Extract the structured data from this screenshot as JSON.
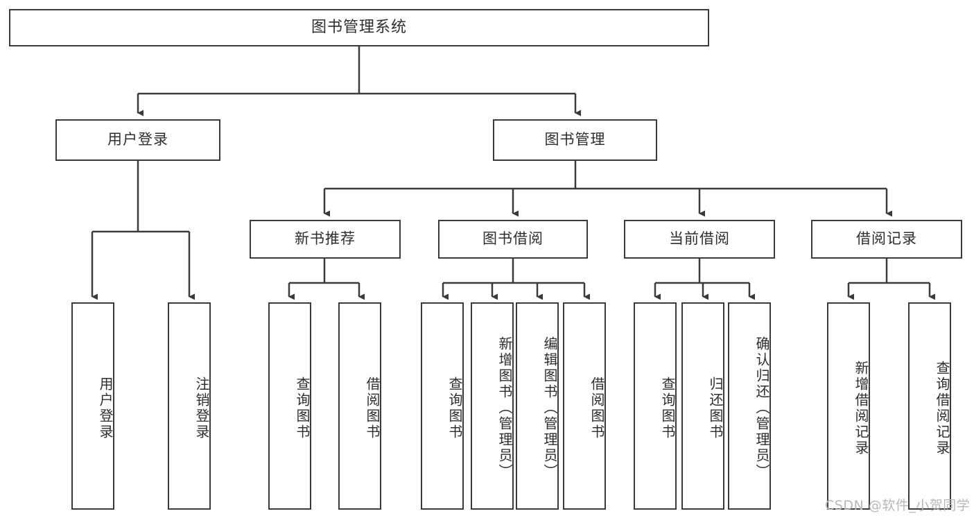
{
  "diagram": {
    "title": "图书管理系统",
    "type": "tree-hierarchy-functional-structure",
    "colors": {
      "stroke": "#3a3a3a",
      "fill": "#ffffff",
      "text": "#2d2d2d",
      "watermark": "#b7b7b7"
    },
    "root": {
      "label": "图书管理系统"
    },
    "level2": [
      {
        "label": "用户登录"
      },
      {
        "label": "图书管理"
      }
    ],
    "level3": [
      {
        "label": "新书推荐"
      },
      {
        "label": "图书借阅"
      },
      {
        "label": "当前借阅"
      },
      {
        "label": "借阅记录"
      }
    ],
    "leaves": {
      "user_login": [
        {
          "label": "用户登录"
        },
        {
          "label": "注销登录"
        }
      ],
      "new_book_recommend": [
        {
          "label": "查询图书"
        },
        {
          "label": "借阅图书"
        }
      ],
      "book_borrow": [
        {
          "label": "查询图书"
        },
        {
          "label": "新增图书（管理员）"
        },
        {
          "label": "编辑图书（管理员）"
        },
        {
          "label": "借阅图书"
        }
      ],
      "current_borrow": [
        {
          "label": "查询图书"
        },
        {
          "label": "归还图书"
        },
        {
          "label": "确认归还（管理员）"
        }
      ],
      "borrow_record": [
        {
          "label": "新增借阅记录"
        },
        {
          "label": "查询借阅记录"
        }
      ]
    },
    "watermark": "CSDN @软件_小贺同学"
  }
}
